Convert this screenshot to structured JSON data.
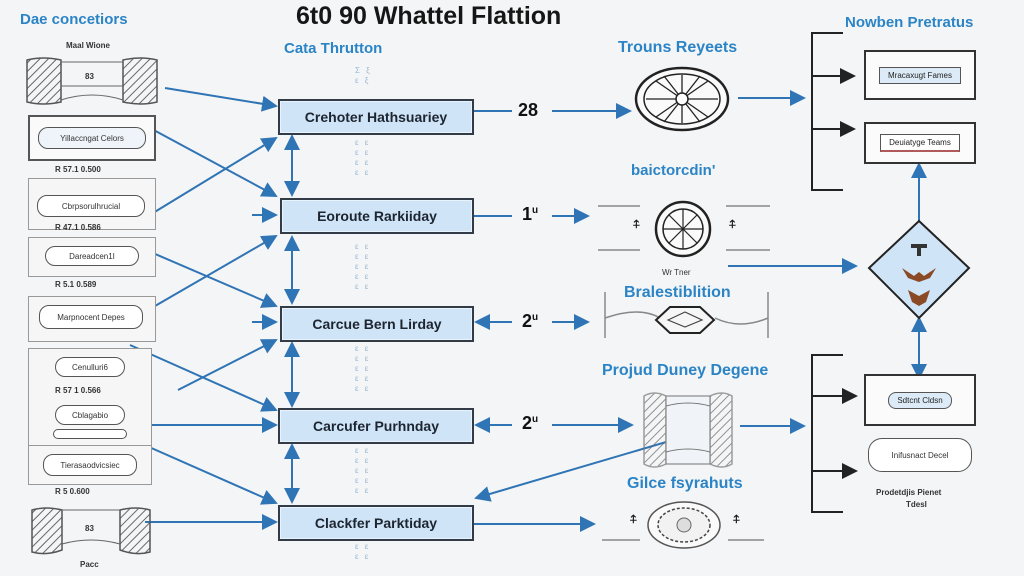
{
  "title": "6t0 90 Whattel Flattion",
  "columns": {
    "left": {
      "heading": "Dae concetiors",
      "top_caption": "Maal Wione",
      "top_value": "83",
      "items": [
        {
          "label": "Yillaccngat Celors",
          "note": "R 57.1 0.500"
        },
        {
          "label": "Cbrpsorulhrucial",
          "note": "R 47.1 0.586"
        },
        {
          "label": "Dareadcen1I",
          "note": "R 5.1 0.589"
        },
        {
          "label": "Marpnocent Depes",
          "note": ""
        },
        {
          "label": "Cenulluri6",
          "note": "R 57 1 0.566"
        },
        {
          "label": "Cblagabio",
          "note": ""
        },
        {
          "label": "Tierasaodvicsiec",
          "note": "R 5 0.600"
        }
      ],
      "bottom_value": "83",
      "bottom_caption": "Pacc"
    },
    "middle": {
      "heading": "Cata Thrutton",
      "stages": [
        {
          "label": "Crehoter Hathsuariey",
          "value": "28"
        },
        {
          "label": "Eoroute Rarkiiday",
          "value": "1",
          "sup": "u"
        },
        {
          "label": "Carcue Bern Lirday",
          "value": "2",
          "sup": "u"
        },
        {
          "label": "Carcufer Purhnday",
          "value": "2",
          "sup": "u"
        },
        {
          "label": "Clackfer Parktiday",
          "value": "",
          "sup": ""
        }
      ]
    },
    "center_right": {
      "sections": [
        {
          "heading": "Trouns Reyeets",
          "icon": "wheel-icon"
        },
        {
          "heading": "baictorcdin'",
          "icon": "gauge-icon",
          "caption": "Wr Tner"
        },
        {
          "heading": "Bralestiblition",
          "icon": "hexagon-icon"
        },
        {
          "heading": "Projud Duney Degene",
          "icon": "cylinder-icon"
        },
        {
          "heading": "Gilce fsyrahuts",
          "icon": "disc-icon"
        }
      ]
    },
    "right": {
      "heading": "Nowben Pretratus",
      "top_boxes": [
        "Mracaxugt Fames",
        "Deuiatyge Teams"
      ],
      "decision_icon": "decision-diamond-icon",
      "bottom_boxes": [
        "Sdtcnt Cldsn",
        "Inifusnact Decel"
      ],
      "bottom_caption_line1": "Prodetdjis Pienet",
      "bottom_caption_line2": "Tdesl"
    }
  },
  "colors": {
    "accent_blue": "#2b84c6",
    "arrow_blue": "#2f74b5",
    "stage_fill": "#cfe4f7",
    "diamond_fill": "#cfe4f7"
  }
}
